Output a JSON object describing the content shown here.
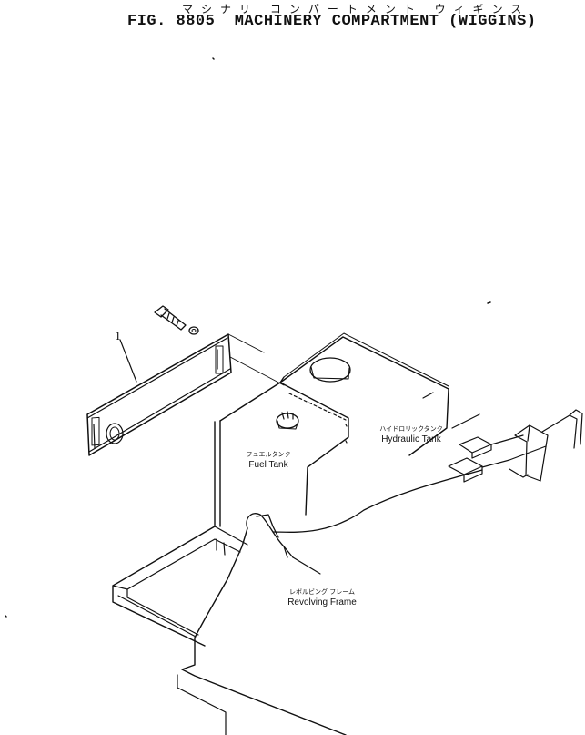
{
  "header": {
    "kana": "マシナリ コンパートメント ウィギンス",
    "fig_label": "FIG. 8805",
    "title": "MACHINERY COMPARTMENT (WIGGINS)"
  },
  "callouts": [
    {
      "number": "1"
    }
  ],
  "labels": {
    "fuel_tank": {
      "jp": "フュエルタンク",
      "en": "Fuel Tank"
    },
    "hydraulic_tank": {
      "jp": "ハイドロリックタンク",
      "en": "Hydraulic Tank"
    },
    "revolving_frame": {
      "jp": "レボルビング フレーム",
      "en": "Revolving Frame"
    }
  }
}
